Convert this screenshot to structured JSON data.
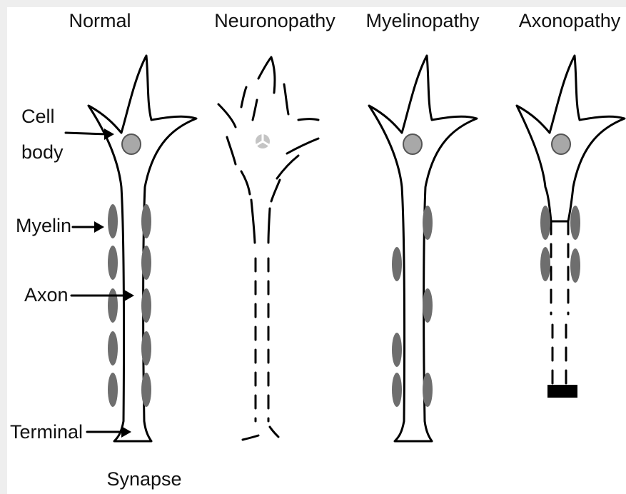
{
  "titles": {
    "normal": "Normal",
    "neuronopathy": "Neuronopathy",
    "myelinopathy": "Myelinopathy",
    "axonopathy": "Axonopathy"
  },
  "labels": {
    "cell": "Cell",
    "body": "body",
    "myelin": "Myelin",
    "axon": "Axon",
    "terminal": "Terminal",
    "synapse": "Synapse"
  },
  "colors": {
    "background": "#eeeeee",
    "panel": "#ffffff",
    "myelin": "#6e6e6e",
    "nucleus": "#a8a8a8",
    "ink": "#000000"
  }
}
